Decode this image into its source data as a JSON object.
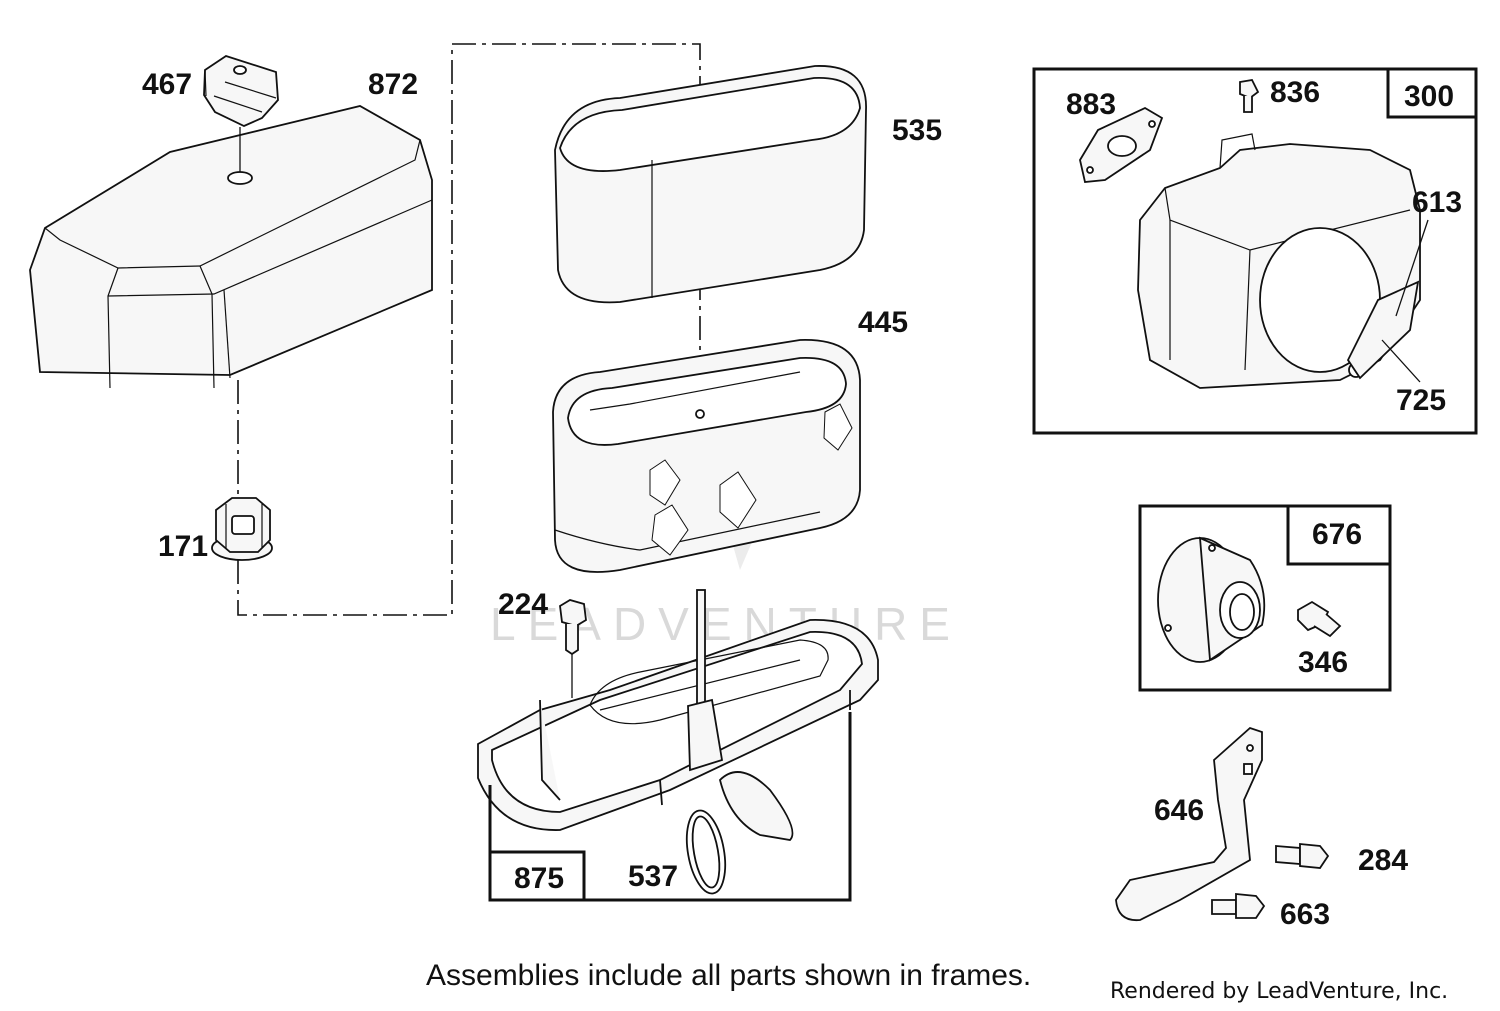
{
  "diagram": {
    "parts": {
      "p467": "467",
      "p872": "872",
      "p171": "171",
      "p535": "535",
      "p445": "445",
      "p224": "224",
      "p875": "875",
      "p537": "537",
      "p883": "883",
      "p836": "836",
      "p300": "300",
      "p613": "613",
      "p725": "725",
      "p676": "676",
      "p346": "346",
      "p646": "646",
      "p284": "284",
      "p663": "663"
    },
    "note": "Assemblies include all parts shown in frames.",
    "credit": "Rendered by LeadVenture, Inc.",
    "watermark": "LEADVENTURE"
  }
}
